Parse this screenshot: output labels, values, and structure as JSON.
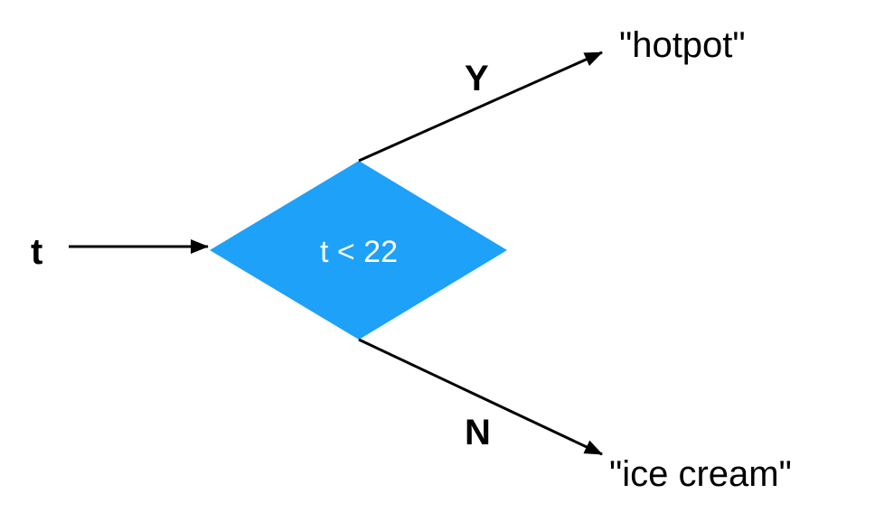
{
  "diagram": {
    "input_label": "t",
    "decision_text": "t < 22",
    "yes_label": "Y",
    "no_label": "N",
    "yes_output": "\"hotpot\"",
    "no_output": "\"ice cream\"",
    "decision_color": "#1DA1F9",
    "line_color": "#000000"
  }
}
